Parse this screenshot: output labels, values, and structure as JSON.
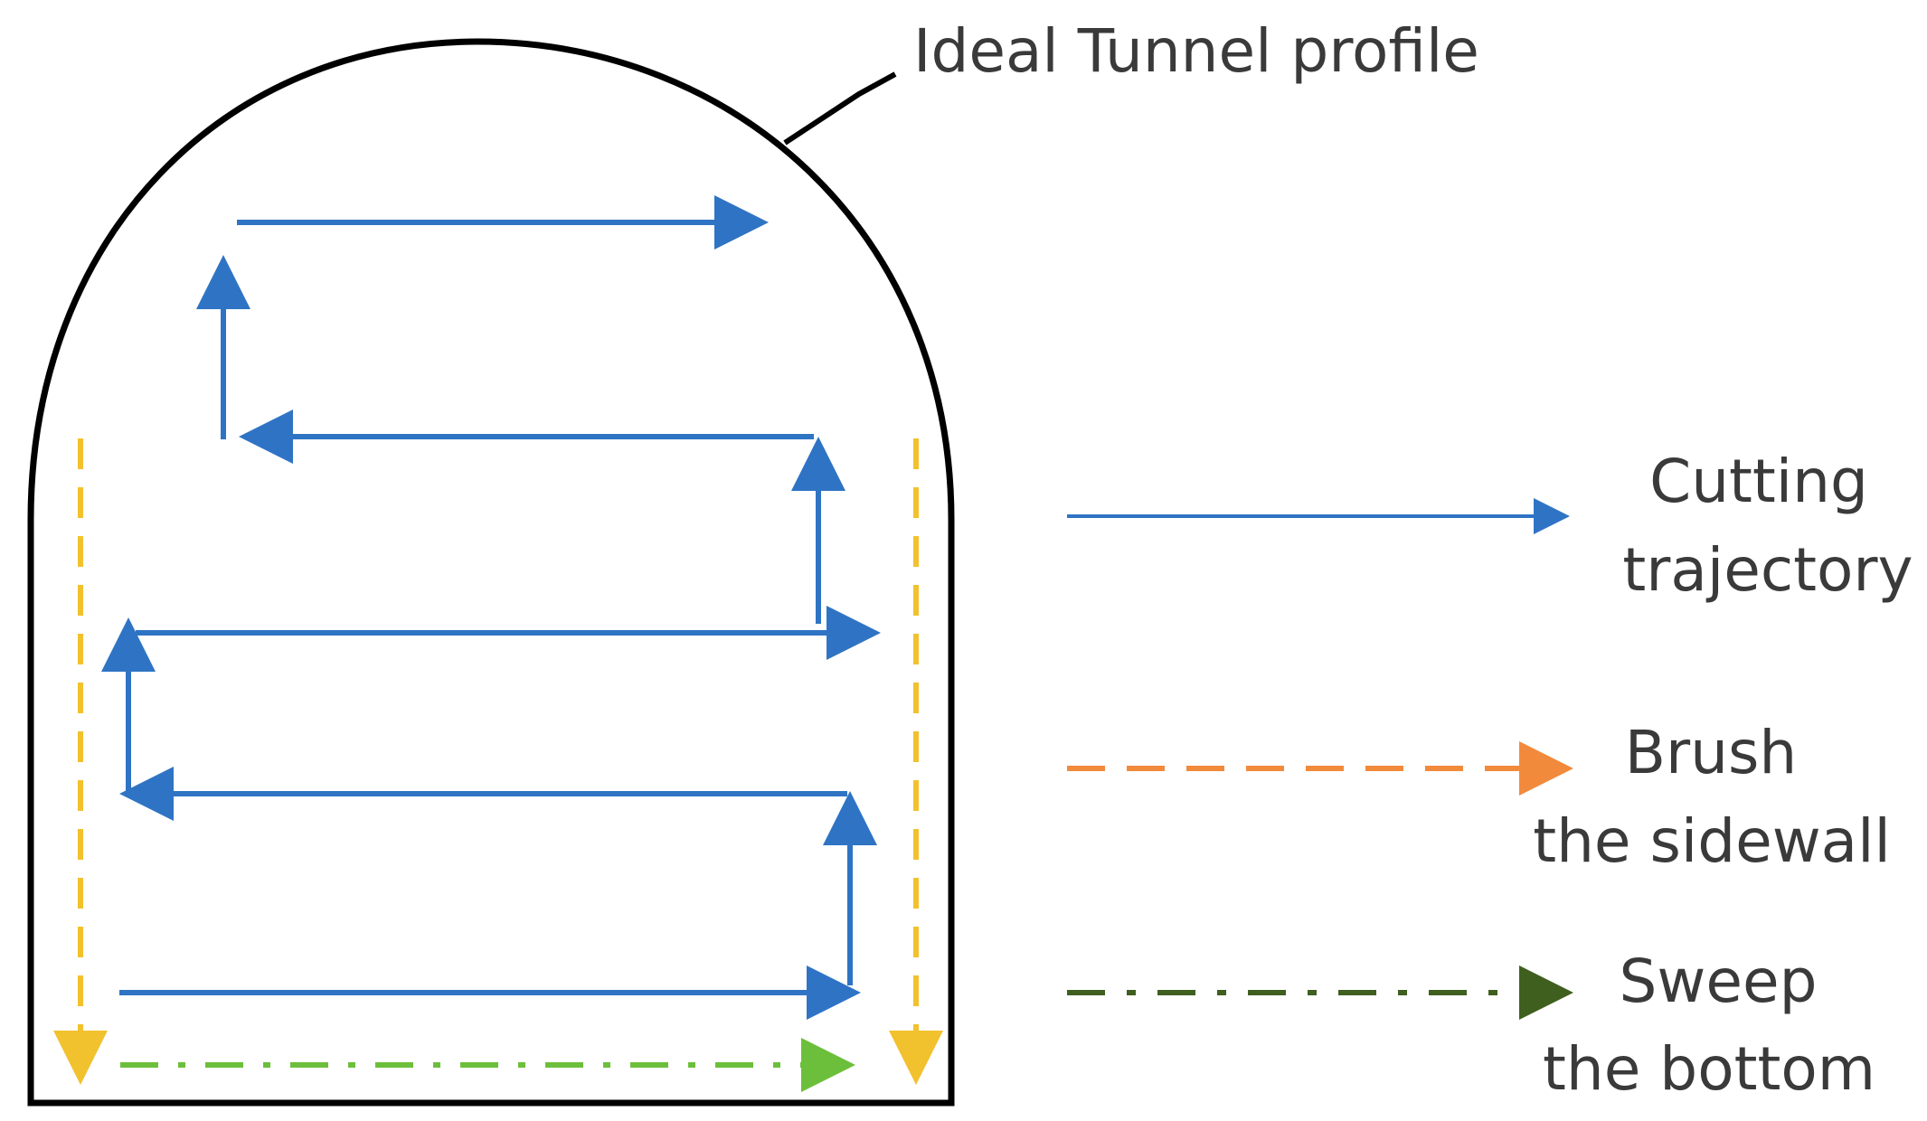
{
  "profile_label": "Ideal Tunnel profile",
  "legend": [
    {
      "key": "cutting",
      "line1": "Cutting",
      "line2": "trajectory",
      "color": "#2f74c4"
    },
    {
      "key": "brush",
      "line1": "Brush",
      "line2": "the sidewall",
      "color": "#f28a3c"
    },
    {
      "key": "sweep",
      "line1": "Sweep",
      "line2": "the bottom",
      "color": "#3f5f1f"
    }
  ],
  "colors": {
    "outline": "#000000",
    "cutting": "#2f74c4",
    "sidewall_brush": "#f2c12e",
    "bottom_sweep": "#6cbf3a"
  }
}
